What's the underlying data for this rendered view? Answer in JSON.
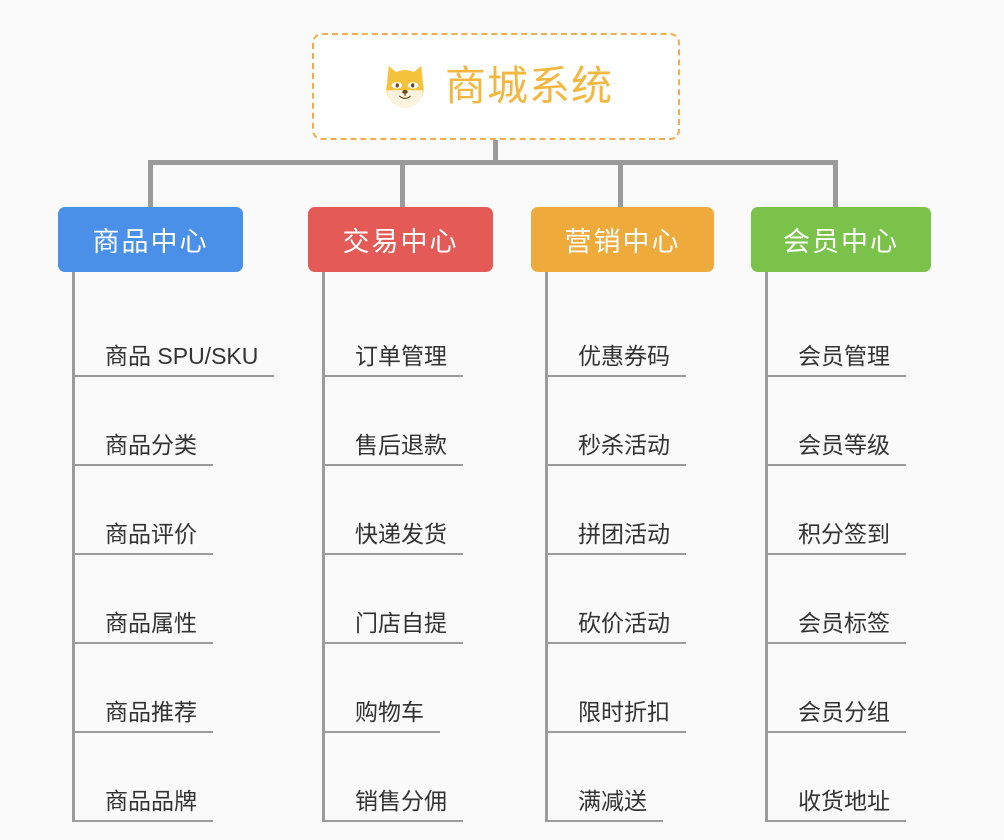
{
  "page": {
    "background_color": "#fafafa",
    "type": "mindmap-diagram"
  },
  "root": {
    "title": "商城系统",
    "icon": "dog-face-icon",
    "border_color": "#f0ad4e",
    "text_color": "#f3b740",
    "background_color": "#ffffff"
  },
  "connector": {
    "color": "#9b9b9b"
  },
  "branches": [
    {
      "label": "商品中心",
      "color": "#4a90e8",
      "items": [
        "商品 SPU/SKU",
        "商品分类",
        "商品评价",
        "商品属性",
        "商品推荐",
        "商品品牌"
      ]
    },
    {
      "label": "交易中心",
      "color": "#e35a57",
      "items": [
        "订单管理",
        "售后退款",
        "快递发货",
        "门店自提",
        "购物车",
        "销售分佣"
      ]
    },
    {
      "label": "营销中心",
      "color": "#eeab3c",
      "items": [
        "优惠券码",
        "秒杀活动",
        "拼团活动",
        "砍价活动",
        "限时折扣",
        "满减送"
      ]
    },
    {
      "label": "会员中心",
      "color": "#7bc24a",
      "items": [
        "会员管理",
        "会员等级",
        "积分签到",
        "会员标签",
        "会员分组",
        "收货地址"
      ]
    }
  ]
}
